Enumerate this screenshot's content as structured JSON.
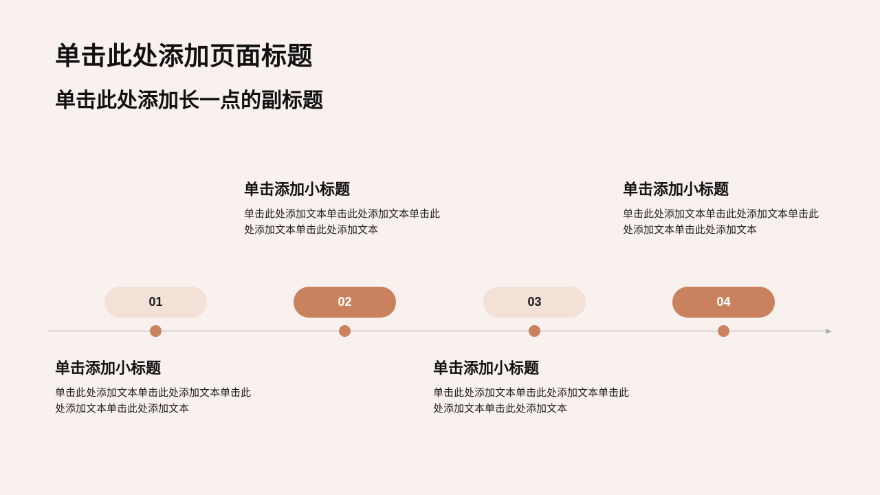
{
  "header": {
    "title": "单击此处添加页面标题",
    "subtitle": "单击此处添加长一点的副标题"
  },
  "colors": {
    "background": "#f8f1ee",
    "accent": "#c9825d",
    "accent_light": "#f3e1d8",
    "axis": "#a9b0bb"
  },
  "timeline": {
    "steps": [
      {
        "number": "01",
        "style": "light",
        "heading": "单击添加小标题",
        "body": "单击此处添加文本单击此处添加文本单击此处添加文本单击此处添加文本",
        "text_position": "below"
      },
      {
        "number": "02",
        "style": "dark",
        "heading": "单击添加小标题",
        "body": "单击此处添加文本单击此处添加文本单击此处添加文本单击此处添加文本",
        "text_position": "above"
      },
      {
        "number": "03",
        "style": "light",
        "heading": "单击添加小标题",
        "body": "单击此处添加文本单击此处添加文本单击此处添加文本单击此处添加文本",
        "text_position": "below"
      },
      {
        "number": "04",
        "style": "dark",
        "heading": "单击添加小标题",
        "body": "单击此处添加文本单击此处添加文本单击此处添加文本单击此处添加文本",
        "text_position": "above"
      }
    ]
  }
}
